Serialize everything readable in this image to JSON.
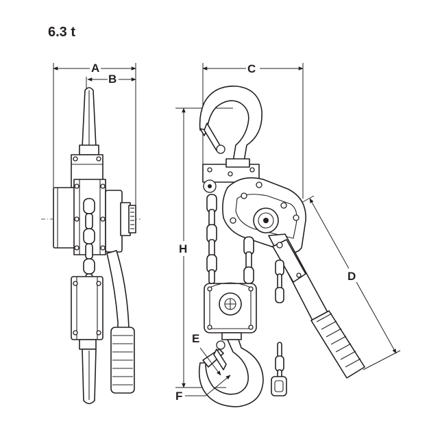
{
  "title": "6.3 t",
  "dimensions": {
    "A": "A",
    "B": "B",
    "C": "C",
    "D": "D",
    "E": "E",
    "F": "F",
    "H": "H"
  },
  "colors": {
    "line": "#231f20",
    "background": "#ffffff"
  }
}
